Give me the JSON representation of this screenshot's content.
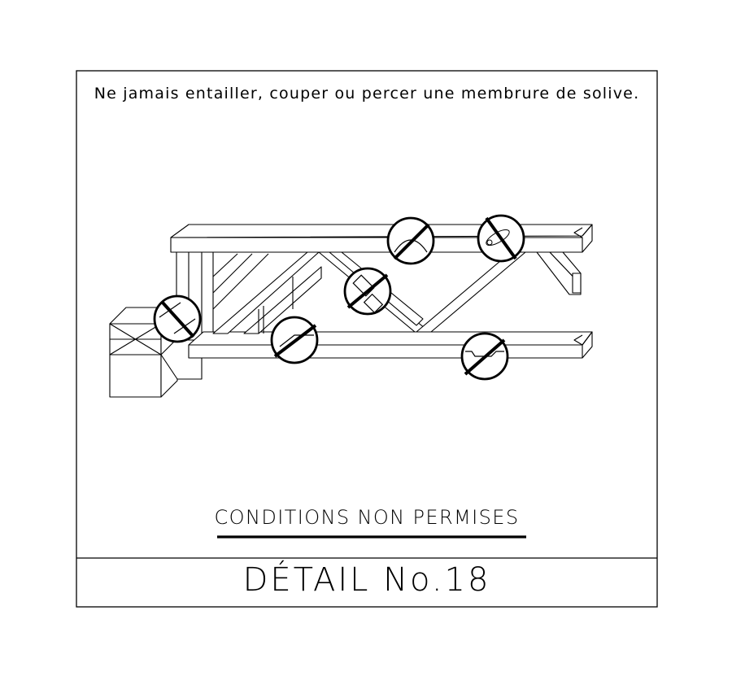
{
  "drawing": {
    "note": "Ne jamais entailler, couper ou percer une membrure de solive.",
    "subtitle": "CONDITIONS NON PERMISES",
    "detail_label": "DÉTAIL No.18"
  },
  "prohibitions": [
    {
      "id": "top-chord-notch",
      "icon": "prohibited-notch-icon"
    },
    {
      "id": "top-chord-hole",
      "icon": "prohibited-drill-icon"
    },
    {
      "id": "web-cut",
      "icon": "prohibited-cut-icon"
    },
    {
      "id": "bearing-cut",
      "icon": "prohibited-cut-icon"
    },
    {
      "id": "bottom-chord-notch",
      "icon": "prohibited-notch-icon"
    },
    {
      "id": "bottom-chord-groove",
      "icon": "prohibited-notch-icon"
    }
  ],
  "colors": {
    "line": "#000000",
    "background": "#ffffff"
  }
}
